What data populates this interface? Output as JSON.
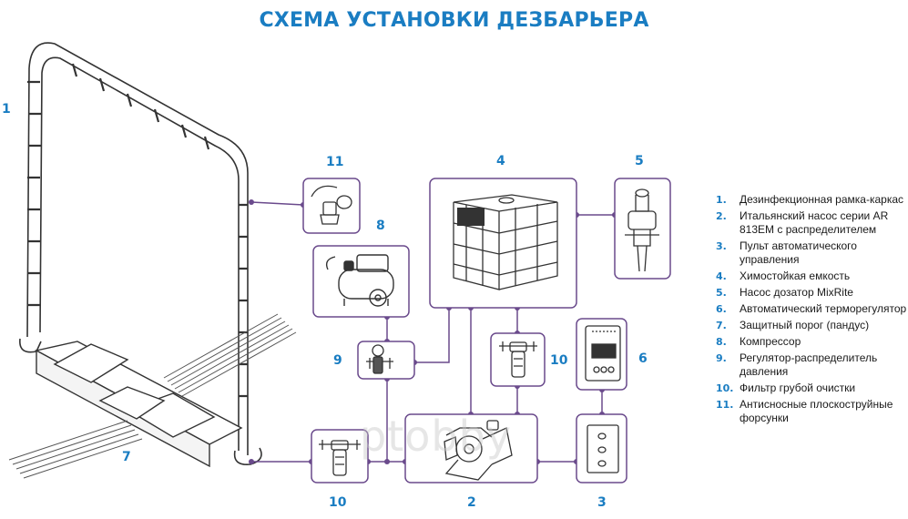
{
  "title": "СХЕМА УСТАНОВКИ ДЕЗБАРЬЕРА",
  "colors": {
    "title": "#1a7dc2",
    "numbers": "#1a7dc2",
    "boxes": "#6a4a8c",
    "line_art": "#333333",
    "watermark": "#c8c8c8"
  },
  "callout_numbers": {
    "frame": "1",
    "pump": "2",
    "control_panel": "3",
    "tank": "4",
    "doser": "5",
    "thermostat": "6",
    "ramp": "7",
    "compressor": "8",
    "regulator": "9",
    "filter_top": "10",
    "filter_bottom": "10",
    "nozzles": "11"
  },
  "legend": [
    {
      "num": "1.",
      "text": "Дезинфекционная рамка-каркас"
    },
    {
      "num": "2.",
      "text": "Итальянский насос серии AR 813EM с распределителем"
    },
    {
      "num": "3.",
      "text": "Пульт автоматического управления"
    },
    {
      "num": "4.",
      "text": "Химостойкая емкость"
    },
    {
      "num": "5.",
      "text": "Насос дозатор MixRite"
    },
    {
      "num": "6.",
      "text": "Автоматический терморегулятор"
    },
    {
      "num": "7.",
      "text": "Защитный порог (пандус)"
    },
    {
      "num": "8.",
      "text": "Компрессор"
    },
    {
      "num": "9.",
      "text": "Регулятор-распределитель давления"
    },
    {
      "num": "10.",
      "text": "Фильтр грубой очистки"
    },
    {
      "num": "11.",
      "text": "Антисносные плоскоструйные форсунки"
    }
  ],
  "watermark": "ptobby"
}
